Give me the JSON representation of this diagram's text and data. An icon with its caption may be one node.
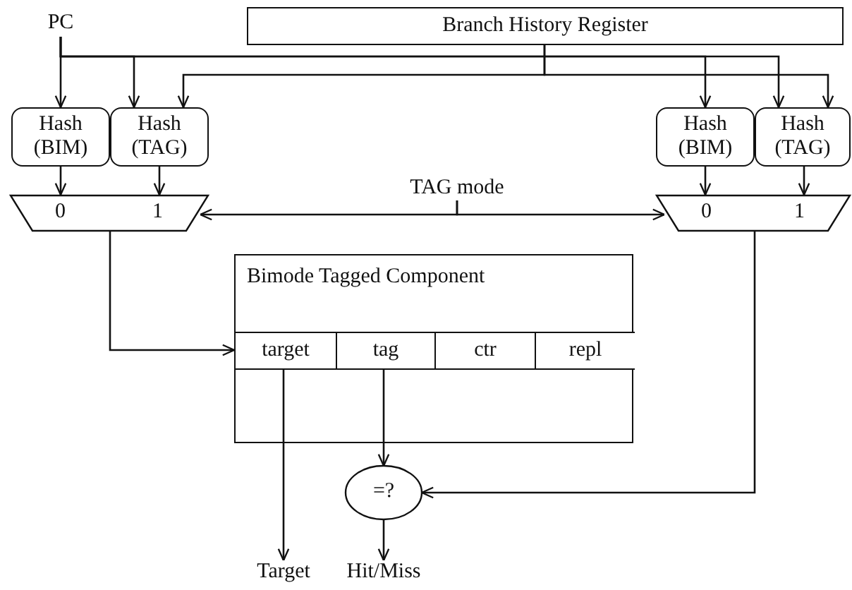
{
  "diagram": {
    "nodes": [
      {
        "text": [
          "PC"
        ]
      },
      {
        "text": [
          "Branch History Register"
        ]
      },
      {
        "text": [
          "Hash (BIM)"
        ]
      },
      {
        "text": [
          "Hash (TAG)"
        ]
      },
      {
        "text": [
          "0",
          "1"
        ]
      },
      {
        "text": [
          "TAG mode"
        ]
      },
      {
        "text": [
          "Hash (BIM)"
        ]
      },
      {
        "text": [
          "Hash (TAG)"
        ]
      },
      {
        "text": [
          "0",
          "1"
        ]
      },
      {
        "text": [
          "Bimode Tagged Component"
        ]
      },
      {
        "text": [
          "target"
        ],
        "in": 9
      },
      {
        "text": [
          "tag"
        ],
        "in": 9
      },
      {
        "text": [
          "ctr"
        ],
        "in": 9
      },
      {
        "text": [
          "repl"
        ],
        "in": 9
      },
      {
        "text": [
          "=?"
        ]
      },
      {
        "text": [
          "Target"
        ]
      },
      {
        "text": [
          "Hit/Miss"
        ]
      }
    ],
    "edges": [
      {
        "from": 0,
        "to": 2,
        "arrow": "to"
      },
      {
        "from": 0,
        "to": 3,
        "arrow": "to"
      },
      {
        "from": 0,
        "to": 6,
        "arrow": "to"
      },
      {
        "from": 0,
        "to": 7,
        "arrow": "to"
      },
      {
        "from": 1,
        "to": 3,
        "arrow": "to"
      },
      {
        "from": 1,
        "to": 7,
        "arrow": "to"
      },
      {
        "from": 2,
        "to": 4,
        "arrow": "to"
      },
      {
        "from": 3,
        "to": 4,
        "arrow": "to"
      },
      {
        "from": 6,
        "to": 8,
        "arrow": "to"
      },
      {
        "from": 7,
        "to": 8,
        "arrow": "to"
      },
      {
        "from": 5,
        "to": 4,
        "arrow": "to"
      },
      {
        "from": 5,
        "to": 8,
        "arrow": "to"
      },
      {
        "from": 4,
        "to": 10,
        "arrow": "to"
      },
      {
        "from": 10,
        "to": 15,
        "arrow": "to"
      },
      {
        "from": 11,
        "to": 14,
        "arrow": "to"
      },
      {
        "from": 8,
        "to": 14,
        "arrow": "to"
      },
      {
        "from": 14,
        "to": 16,
        "arrow": "to"
      }
    ]
  }
}
